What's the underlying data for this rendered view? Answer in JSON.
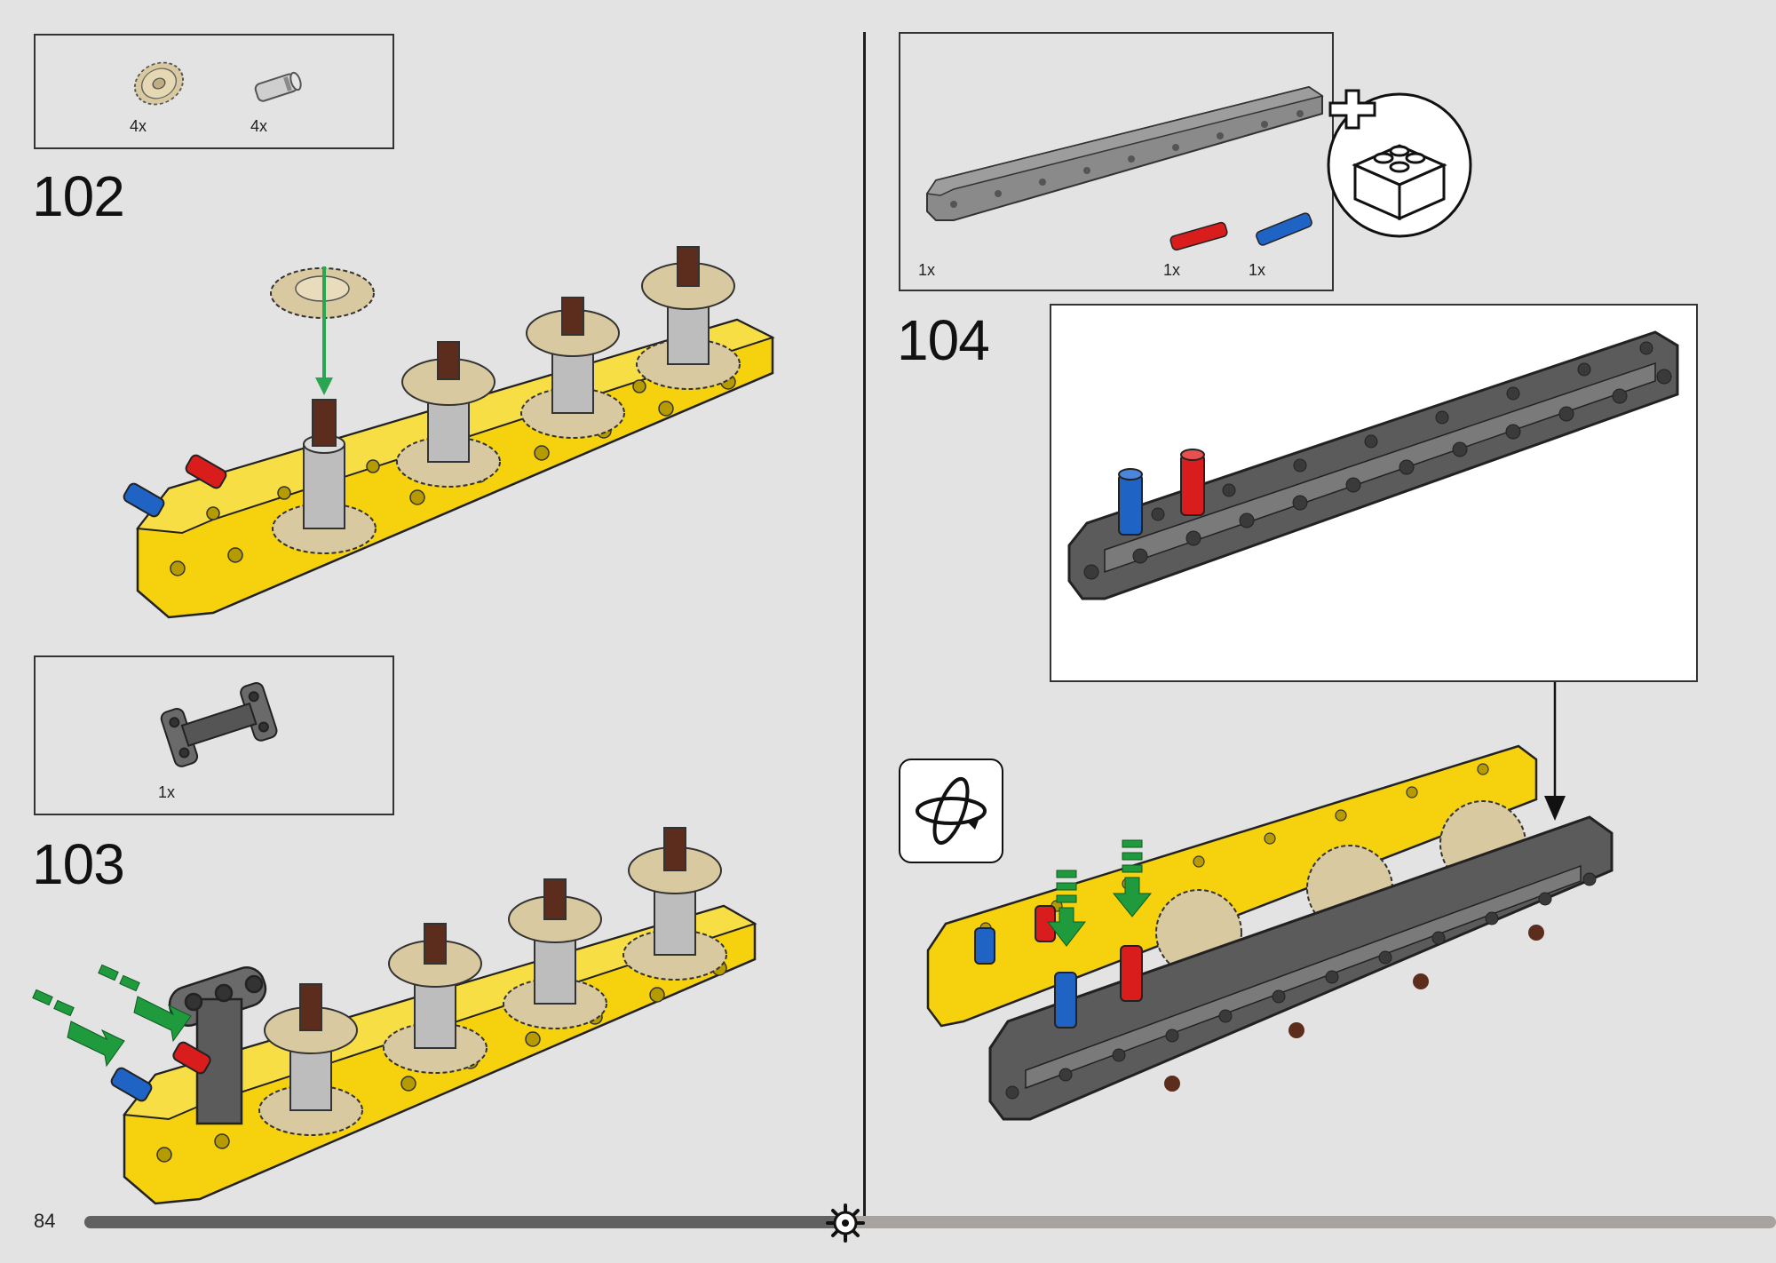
{
  "page": {
    "number": "84",
    "progress_fraction": 0.45
  },
  "steps": [
    {
      "number": "102",
      "parts": [
        {
          "name": "tan-gear-20-tooth",
          "qty": "4x"
        },
        {
          "name": "light-gray-bush",
          "qty": "4x"
        }
      ]
    },
    {
      "number": "103",
      "parts": [
        {
          "name": "dark-gray-h-frame",
          "qty": "1x"
        }
      ]
    },
    {
      "number": "104",
      "parts": [
        {
          "name": "dark-gray-frame-beam",
          "qty": "1x"
        },
        {
          "name": "red-pin",
          "qty": "1x"
        },
        {
          "name": "blue-pin",
          "qty": "1x"
        }
      ]
    }
  ],
  "colors": {
    "yellow": "#f5d10e",
    "dark_gray": "#5b5b5b",
    "tan": "#d9c9a0",
    "light_gray": "#c8c8c8",
    "red": "#d91d1d",
    "blue": "#1f64c4",
    "green_arrow": "#1f9a3c",
    "axle_brown": "#5c2c1c"
  },
  "icons": [
    "rotate-model-icon",
    "add-brick-icon",
    "gear-progress-icon",
    "down-arrow-icon"
  ]
}
